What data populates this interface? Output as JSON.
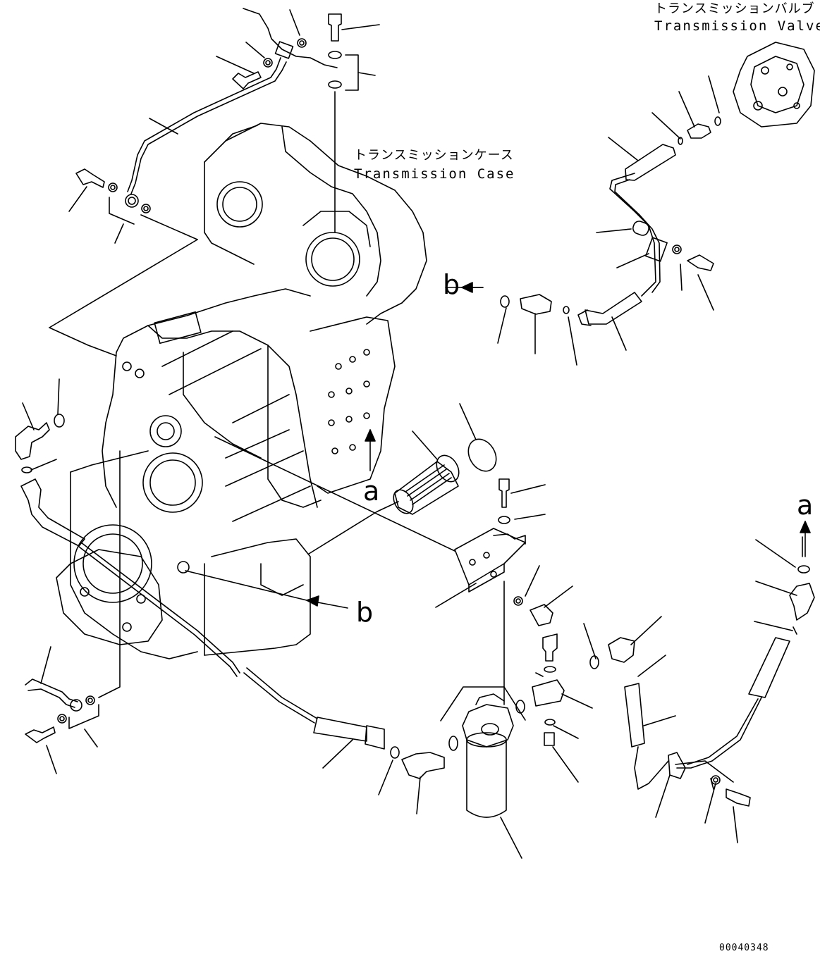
{
  "labels": {
    "valve_jp": "トランスミッションバルブ",
    "valve_en": "Transmission Valve",
    "case_jp": "トランスミッションケース",
    "case_en": "Transmission Case"
  },
  "markers": {
    "b_top": "b",
    "a_mid": "a",
    "a_right": "a",
    "b_bottom": "b"
  },
  "drawing_number": "00040348"
}
